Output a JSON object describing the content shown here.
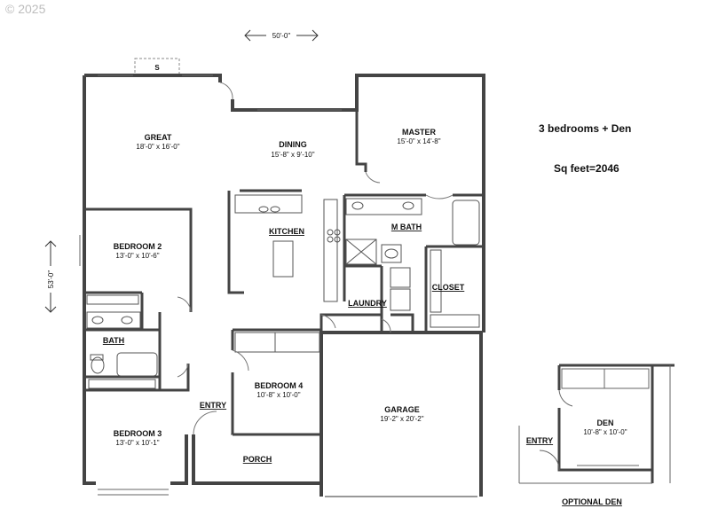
{
  "copyright": "© 2025",
  "summary": {
    "bedrooms": "3 bedrooms + Den",
    "sqft": "Sq feet=2046"
  },
  "dimensions": {
    "width": "50'-0\"",
    "depth": "53'-0\""
  },
  "rooms": {
    "great": {
      "name": "GREAT",
      "size": "18'-0\" x 16'-0\""
    },
    "dining": {
      "name": "DINING",
      "size": "15'-8\" x 9'-10\""
    },
    "master": {
      "name": "MASTER",
      "size": "15'-0\" x 14'-8\""
    },
    "kitchen": {
      "name": "KITCHEN"
    },
    "mbath": {
      "name": "M BATH"
    },
    "closet": {
      "name": "CLOSET"
    },
    "laundry": {
      "name": "LAUNDRY"
    },
    "bedroom2": {
      "name": "BEDROOM 2",
      "size": "13'-0\" x 10'-6\""
    },
    "bath": {
      "name": "BATH"
    },
    "bedroom3": {
      "name": "BEDROOM 3",
      "size": "13'-0\" x 10'-1\""
    },
    "bedroom4": {
      "name": "BEDROOM 4",
      "size": "10'-8\" x 10'-0\""
    },
    "entry": {
      "name": "ENTRY"
    },
    "porch": {
      "name": "PORCH"
    },
    "garage": {
      "name": "GARAGE",
      "size": "19'-2\" x 20'-2\""
    }
  },
  "optional_den": {
    "title": "OPTIONAL DEN",
    "den": {
      "name": "DEN",
      "size": "10'-8\" x 10'-0\""
    },
    "entry": "ENTRY"
  },
  "fireplace_label": "S"
}
